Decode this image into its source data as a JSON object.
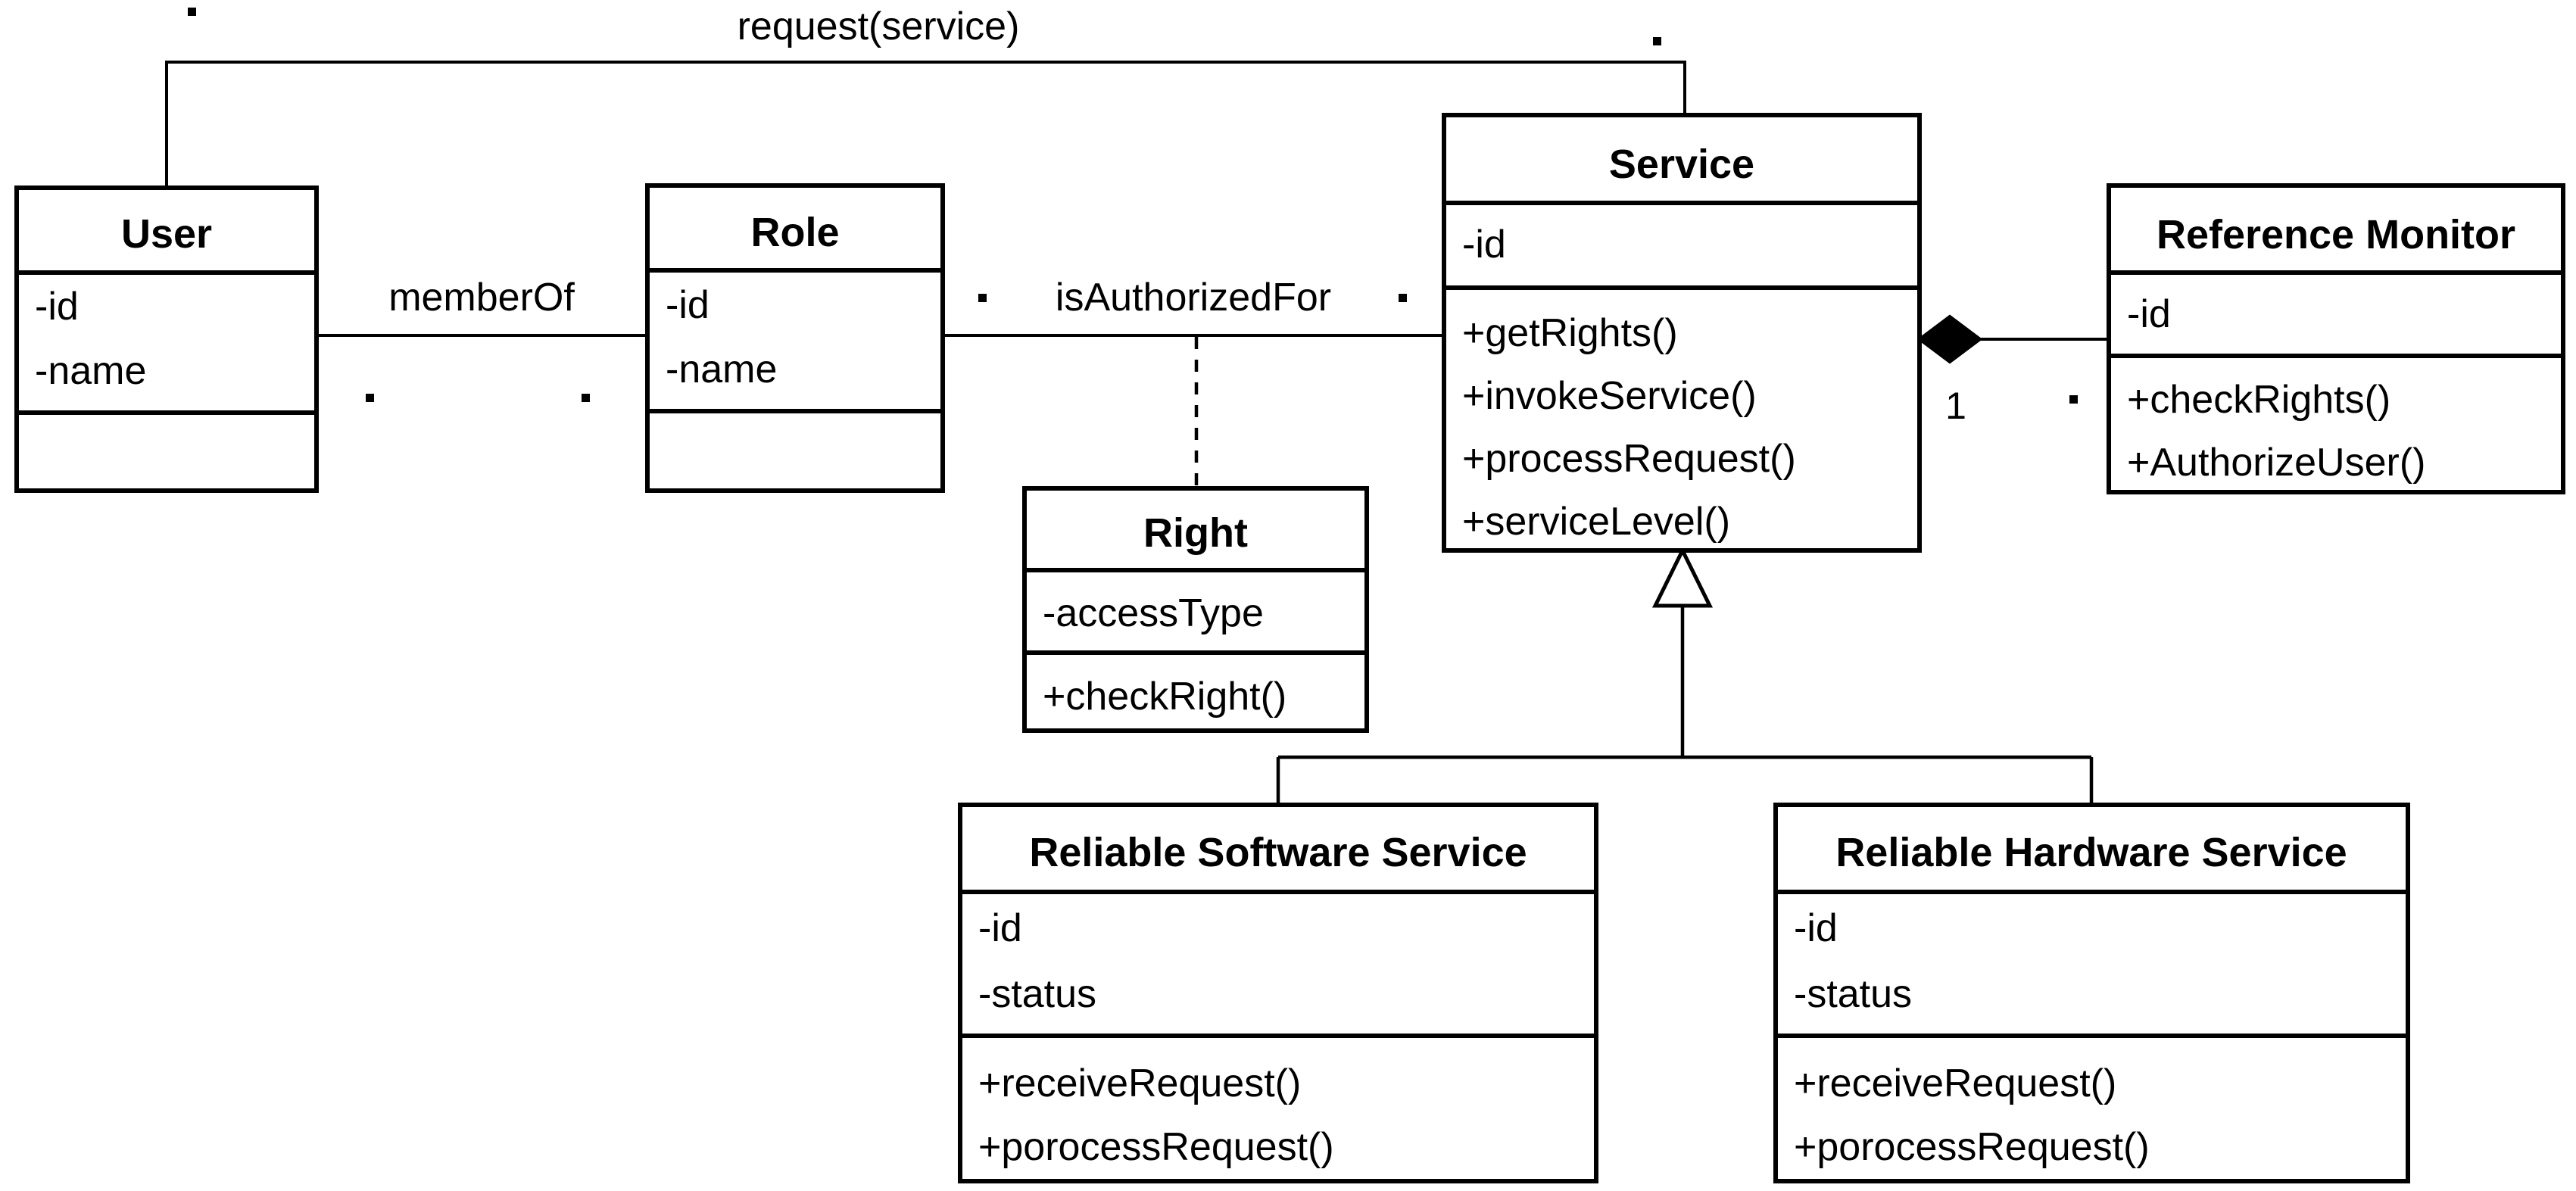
{
  "diagram": {
    "kind": "UML class diagram",
    "classes": [
      {
        "id": "user",
        "name": "User",
        "attributes": [
          "-id",
          "-name"
        ],
        "operations": []
      },
      {
        "id": "role",
        "name": "Role",
        "attributes": [
          "-id",
          "-name"
        ],
        "operations": []
      },
      {
        "id": "service",
        "name": "Service",
        "attributes": [
          "-id"
        ],
        "operations": [
          "+getRights()",
          "+invokeService()",
          "+processRequest()",
          "+serviceLevel()"
        ]
      },
      {
        "id": "reference-monitor",
        "name": "Reference Monitor",
        "attributes": [
          "-id"
        ],
        "operations": [
          "+checkRights()",
          "+AuthorizeUser()"
        ]
      },
      {
        "id": "right",
        "name": "Right",
        "attributes": [
          "-accessType"
        ],
        "operations": [
          "+checkRight()"
        ]
      },
      {
        "id": "reliable-software-service",
        "name": "Reliable Software Service",
        "attributes": [
          "-id",
          "-status"
        ],
        "operations": [
          "+receiveRequest()",
          "+porocessRequest()"
        ]
      },
      {
        "id": "reliable-hardware-service",
        "name": "Reliable Hardware Service",
        "attributes": [
          "-id",
          "-status"
        ],
        "operations": [
          "+receiveRequest()",
          "+porocessRequest()"
        ]
      }
    ],
    "associations": [
      {
        "id": "request-service",
        "label": "request(service)",
        "from": "user",
        "to": "service",
        "type": "association",
        "multiplicity": [
          "*",
          "*"
        ]
      },
      {
        "id": "member-of",
        "label": "memberOf",
        "from": "user",
        "to": "role",
        "type": "association",
        "multiplicity": [
          "*",
          "*"
        ]
      },
      {
        "id": "is-authorized-for",
        "label": "isAuthorizedFor",
        "from": "role",
        "to": "service",
        "type": "association",
        "multiplicity": [
          "*",
          "*"
        ],
        "association_class": "right"
      },
      {
        "id": "service-refmon",
        "label": "",
        "from": "service",
        "to": "reference-monitor",
        "type": "composition",
        "multiplicity": [
          "1",
          "*"
        ]
      },
      {
        "id": "gen-software",
        "label": "",
        "from": "reliable-software-service",
        "to": "service",
        "type": "generalization"
      },
      {
        "id": "gen-hardware",
        "label": "",
        "from": "reliable-hardware-service",
        "to": "service",
        "type": "generalization"
      }
    ],
    "multiplicity_marks": {
      "request_left": "·",
      "request_right": "·",
      "member_left": "·",
      "member_right": "·",
      "auth_left": "·",
      "auth_right": "·",
      "composition_near": "1",
      "composition_far": "·"
    },
    "colors": {
      "stroke": "#000000",
      "fill": "#ffffff",
      "background": "#ffffff"
    }
  }
}
